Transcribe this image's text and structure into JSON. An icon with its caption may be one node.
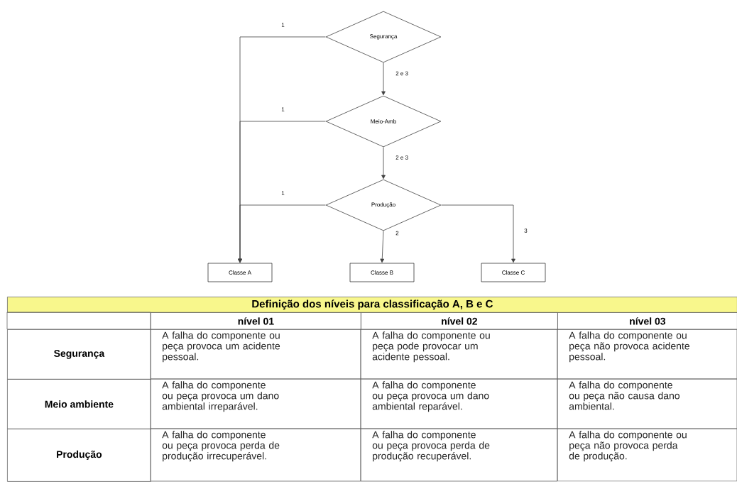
{
  "diagram": {
    "nodes": [
      {
        "text": [
          "Segurança"
        ]
      },
      {
        "text": [
          "Meio-Amb"
        ]
      },
      {
        "text": [
          "Produção"
        ]
      },
      {
        "text": [
          "Classe A"
        ]
      },
      {
        "text": [
          "Classe B"
        ]
      },
      {
        "text": [
          "Classe C"
        ]
      }
    ],
    "edges": [
      {
        "from": 0,
        "to": 1,
        "arrow": "to",
        "label": "2 e 3"
      },
      {
        "from": 1,
        "to": 2,
        "arrow": "to",
        "label": "2 e 3"
      },
      {
        "from": 0,
        "to": 3,
        "arrow": "to",
        "label": "1"
      },
      {
        "from": 1,
        "to": 3,
        "arrow": "to",
        "label": "1"
      },
      {
        "from": 2,
        "to": 3,
        "arrow": "to",
        "label": "1"
      },
      {
        "from": 2,
        "to": 4,
        "arrow": "to",
        "label": "2"
      },
      {
        "from": 2,
        "to": 5,
        "arrow": "to",
        "label": "3"
      }
    ],
    "labels": [
      "Definição dos níveis para classificação A, B e C",
      "nível 01",
      "nível 02",
      "nível 03",
      "Segurança",
      "A falha do componente ou peça provoca um acidente pessoal.",
      "A falha do componente ou peça pode provocar um acidente pessoal.",
      "A falha do componente ou peça não provoca acidente pessoal.",
      "Meio ambiente",
      "A falha do componente ou peça provoca um dano ambiental irreparável.",
      "A falha do componente ou peça provoca um dano ambiental reparável.",
      "A falha do componente ou peça não causa dano ambiental.",
      "Produção",
      "A falha do componente ou peça provoca perda de produção irrecuperável.",
      "A falha do componente ou peça provoca perda de produção recuperável.",
      "A falha do componente ou peça não provoca perda de produção."
    ]
  }
}
